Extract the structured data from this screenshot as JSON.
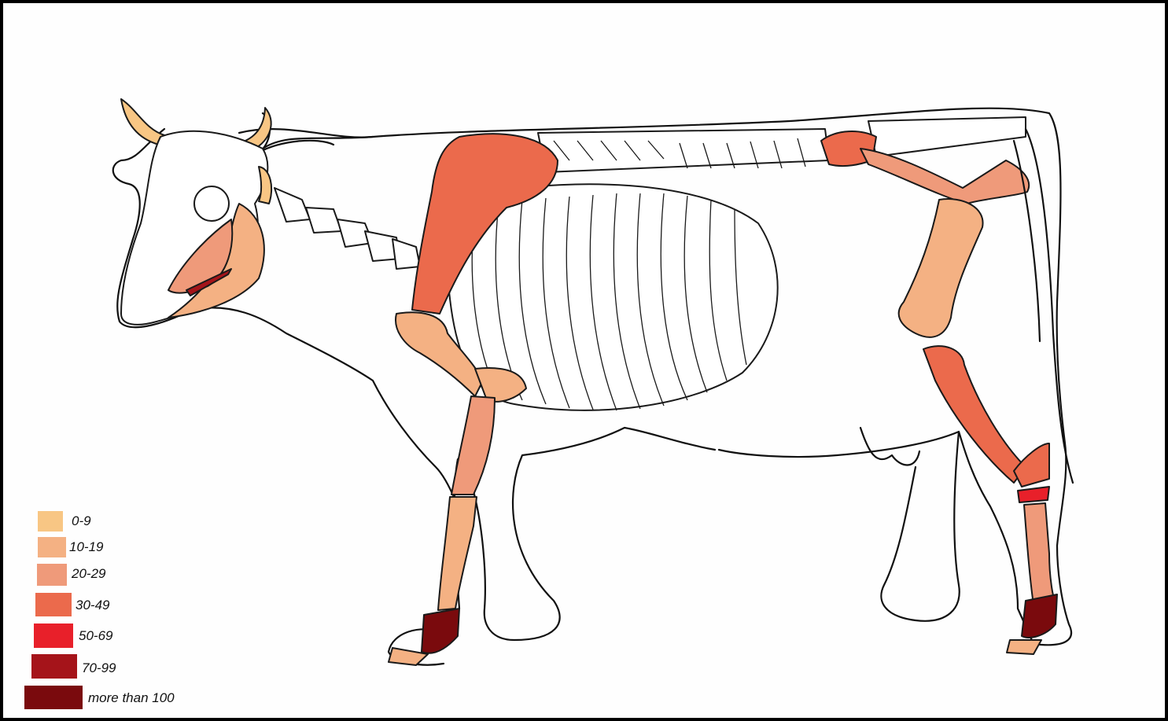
{
  "legend": {
    "items": [
      {
        "label": "0-9",
        "color": "#f8c684"
      },
      {
        "label": "10-19",
        "color": "#f4b183"
      },
      {
        "label": "20-29",
        "color": "#ef9a7a"
      },
      {
        "label": "30-49",
        "color": "#eb6a4c"
      },
      {
        "label": "50-69",
        "color": "#e8202a"
      },
      {
        "label": "70-99",
        "color": "#a5141a"
      },
      {
        "label": "more than 100",
        "color": "#7a0a0d"
      }
    ]
  }
}
